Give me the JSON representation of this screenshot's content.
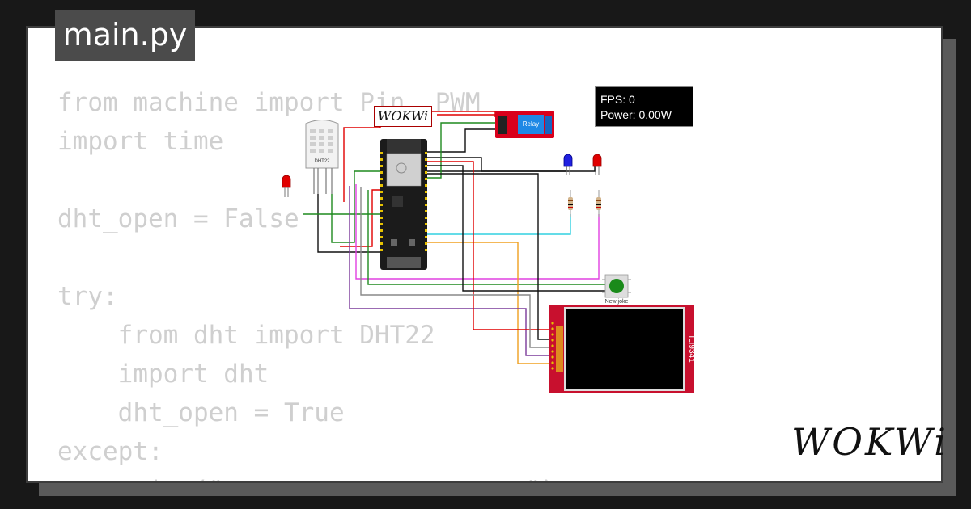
{
  "tab": {
    "filename": "main.py"
  },
  "code": {
    "lines": [
      "from machine import Pin, PWM",
      "import time",
      "",
      "dht_open = False",
      "",
      "try:",
      "    from dht import DHT22",
      "    import dht",
      "    dht_open = True",
      "except:",
      "    print(\"...... ...... ......\")"
    ]
  },
  "simulator": {
    "fps_label": "FPS: 0",
    "power_label": "Power: 0.00W",
    "board_badge": "WOKWi"
  },
  "components": {
    "dht_label": "DHT22",
    "relay_label": "Relay",
    "button_label": "New joke",
    "display_label": "ILI9341"
  },
  "brand": {
    "logo": "WOKWi"
  },
  "colors": {
    "code_text": "#cfcfcf",
    "tab_bg": "#4b4b4b",
    "relay_red": "#d9001b",
    "wire_red": "#e00000",
    "wire_green": "#1e8a1e",
    "wire_cyan": "#30d0e0",
    "wire_magenta": "#e040e0",
    "wire_orange": "#f0a020",
    "wire_purple": "#7a3a9a",
    "wire_black": "#111111"
  }
}
